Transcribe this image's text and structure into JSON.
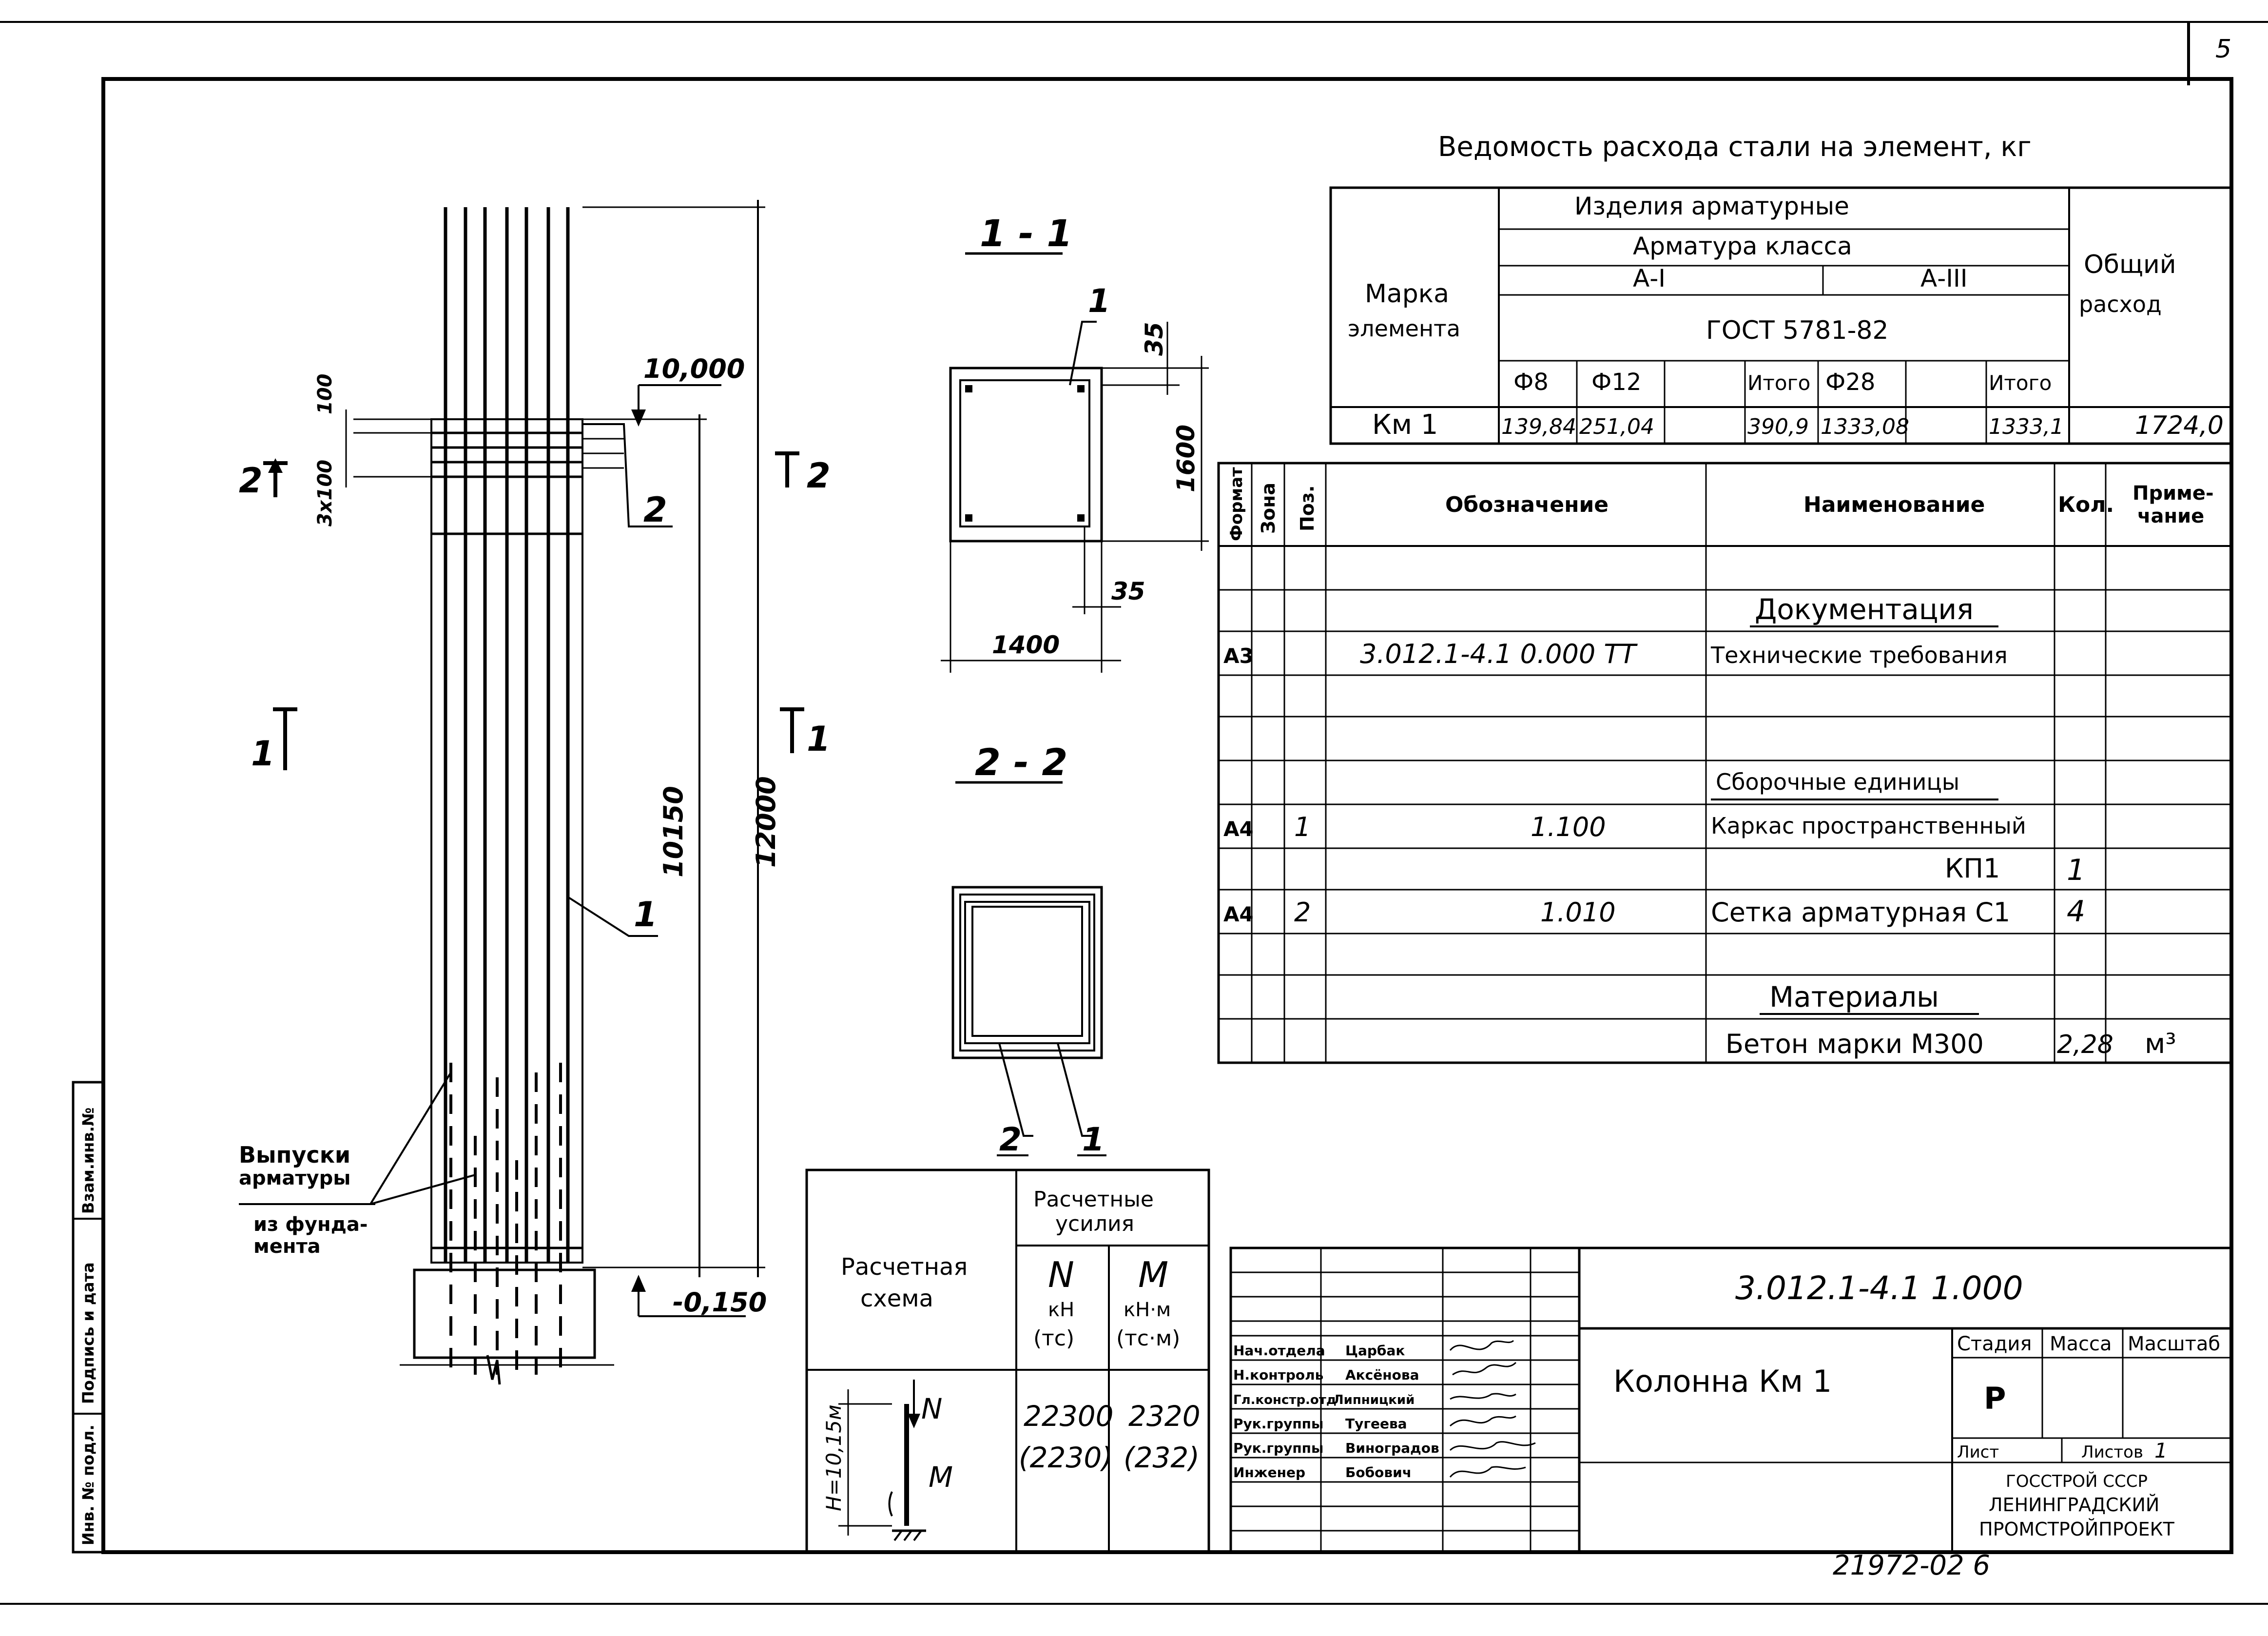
{
  "sheet_number": "5",
  "bottom_code": "21972-02  6",
  "steel_table": {
    "title": "Ведомость расхода стали на элемент, кг",
    "col_mark": [
      "Марка",
      "элемента"
    ],
    "products_header": "Изделия арматурные",
    "class_header": "Арматура класса",
    "class_a1": "А-I",
    "class_a3": "А-III",
    "gost": "ГОСТ 5781-82",
    "total_header": [
      "Общий",
      "расход"
    ],
    "subcols": [
      "Ф8",
      "Ф12",
      "",
      "Итого",
      "Ф28",
      "",
      "Итого"
    ],
    "row": {
      "mark": "Км 1",
      "values": [
        "139,84",
        "251,04",
        "",
        "390,9",
        "1333,08",
        "",
        "1333,1"
      ],
      "total": "1724,0"
    }
  },
  "spec_table": {
    "headers": {
      "format": "Формат",
      "zone": "Зона",
      "pos": "Поз.",
      "designation": "Обозначение",
      "name": "Наименование",
      "qty": "Кол.",
      "note": [
        "Приме-",
        "чание"
      ]
    },
    "rows": [
      {
        "format": "",
        "pos": "",
        "designation": "",
        "name": "",
        "qty": "",
        "note": ""
      },
      {
        "format": "",
        "pos": "",
        "designation": "",
        "name": "Документация",
        "qty": "",
        "note": "",
        "heading": true
      },
      {
        "format": "А3",
        "pos": "",
        "designation": "3.012.1-4.1    0.000 ТТ",
        "name": "Технические требования",
        "qty": "",
        "note": ""
      },
      {
        "format": "",
        "pos": "",
        "designation": "",
        "name": "",
        "qty": "",
        "note": ""
      },
      {
        "format": "",
        "pos": "",
        "designation": "",
        "name": "",
        "qty": "",
        "note": ""
      },
      {
        "format": "",
        "pos": "",
        "designation": "",
        "name": "Сборочные единицы",
        "qty": "",
        "note": "",
        "heading": true
      },
      {
        "format": "А4",
        "pos": "1",
        "designation": "1.100",
        "name": "Каркас пространственный",
        "qty": "",
        "note": ""
      },
      {
        "format": "",
        "pos": "",
        "designation": "",
        "name": "КП1",
        "qty": "1",
        "note": "",
        "right": true
      },
      {
        "format": "А4",
        "pos": "2",
        "designation": "1.010",
        "name": "Сетка арматурная С1",
        "qty": "4",
        "note": ""
      },
      {
        "format": "",
        "pos": "",
        "designation": "",
        "name": "",
        "qty": "",
        "note": ""
      },
      {
        "format": "",
        "pos": "",
        "designation": "",
        "name": "Материалы",
        "qty": "",
        "note": "",
        "heading": true
      },
      {
        "format": "",
        "pos": "",
        "designation": "",
        "name": "Бетон марки М300",
        "qty": "2,28",
        "note": "м³",
        "right": true
      }
    ]
  },
  "column_drawing": {
    "elev_top": "10,000",
    "dim_100": "100",
    "dim_3x100": "3х100",
    "dim_10150": "10150",
    "dim_12000": "12000",
    "elev_bottom": "-0,150",
    "callout_1": "1",
    "callout_2": "2",
    "section_2_left": "2",
    "section_2_right": "2",
    "section_1_left": "1",
    "section_1_right": "1",
    "rebar_note": [
      "Выпуски",
      "арматуры",
      "из фунда-",
      "мента"
    ]
  },
  "section_1": {
    "title": "1 - 1",
    "callout": "1",
    "dim_35_top": "35",
    "dim_1600": "1600",
    "dim_35_bottom": "35",
    "dim_1400": "1400"
  },
  "section_2": {
    "title": "2 - 2",
    "callout_2": "2",
    "callout_1": "1"
  },
  "forces_table": {
    "scheme_header": [
      "Расчетная",
      "схема"
    ],
    "forces_header": [
      "Расчетные",
      "усилия"
    ],
    "n_header": {
      "symbol": "N",
      "unit": "кН",
      "unit2": "(тс)"
    },
    "m_header": {
      "symbol": "M",
      "unit": "кН·м",
      "unit2": "(тс·м)"
    },
    "n_value": "22300",
    "n_value2": "(2230)",
    "m_value": "2320",
    "m_value2": "(232)",
    "scheme_h": "H=10,15м",
    "scheme_n": "N",
    "scheme_m": "M"
  },
  "title_block": {
    "code": "3.012.1-4.1  1.000",
    "product_name": "Колонна  Км 1",
    "stage_label": "Стадия",
    "mass_label": "Масса",
    "scale_label": "Масштаб",
    "stage_value": "Р",
    "sheet_label": "Лист",
    "sheets_label": "Листов",
    "sheets_value": "1",
    "org": [
      "ГОССТРОЙ СССР",
      "ЛЕНИНГРАДСКИЙ",
      "ПРОМСТРОЙПРОЕКТ"
    ],
    "people": [
      {
        "role": "Нач.отдела",
        "name": "Царбак"
      },
      {
        "role": "Н.контроль",
        "name": "Аксёнова"
      },
      {
        "role": "Гл.констр.отд",
        "name": "Липницкий"
      },
      {
        "role": "Рук.группы",
        "name": "Тугеева"
      },
      {
        "role": "Рук.группы",
        "name": "Виноградов"
      },
      {
        "role": "Инженер",
        "name": "Бобович"
      }
    ]
  },
  "side_stamp": [
    "Инв. № подл.",
    "Подпись и дата",
    "Взам.инв.№"
  ]
}
